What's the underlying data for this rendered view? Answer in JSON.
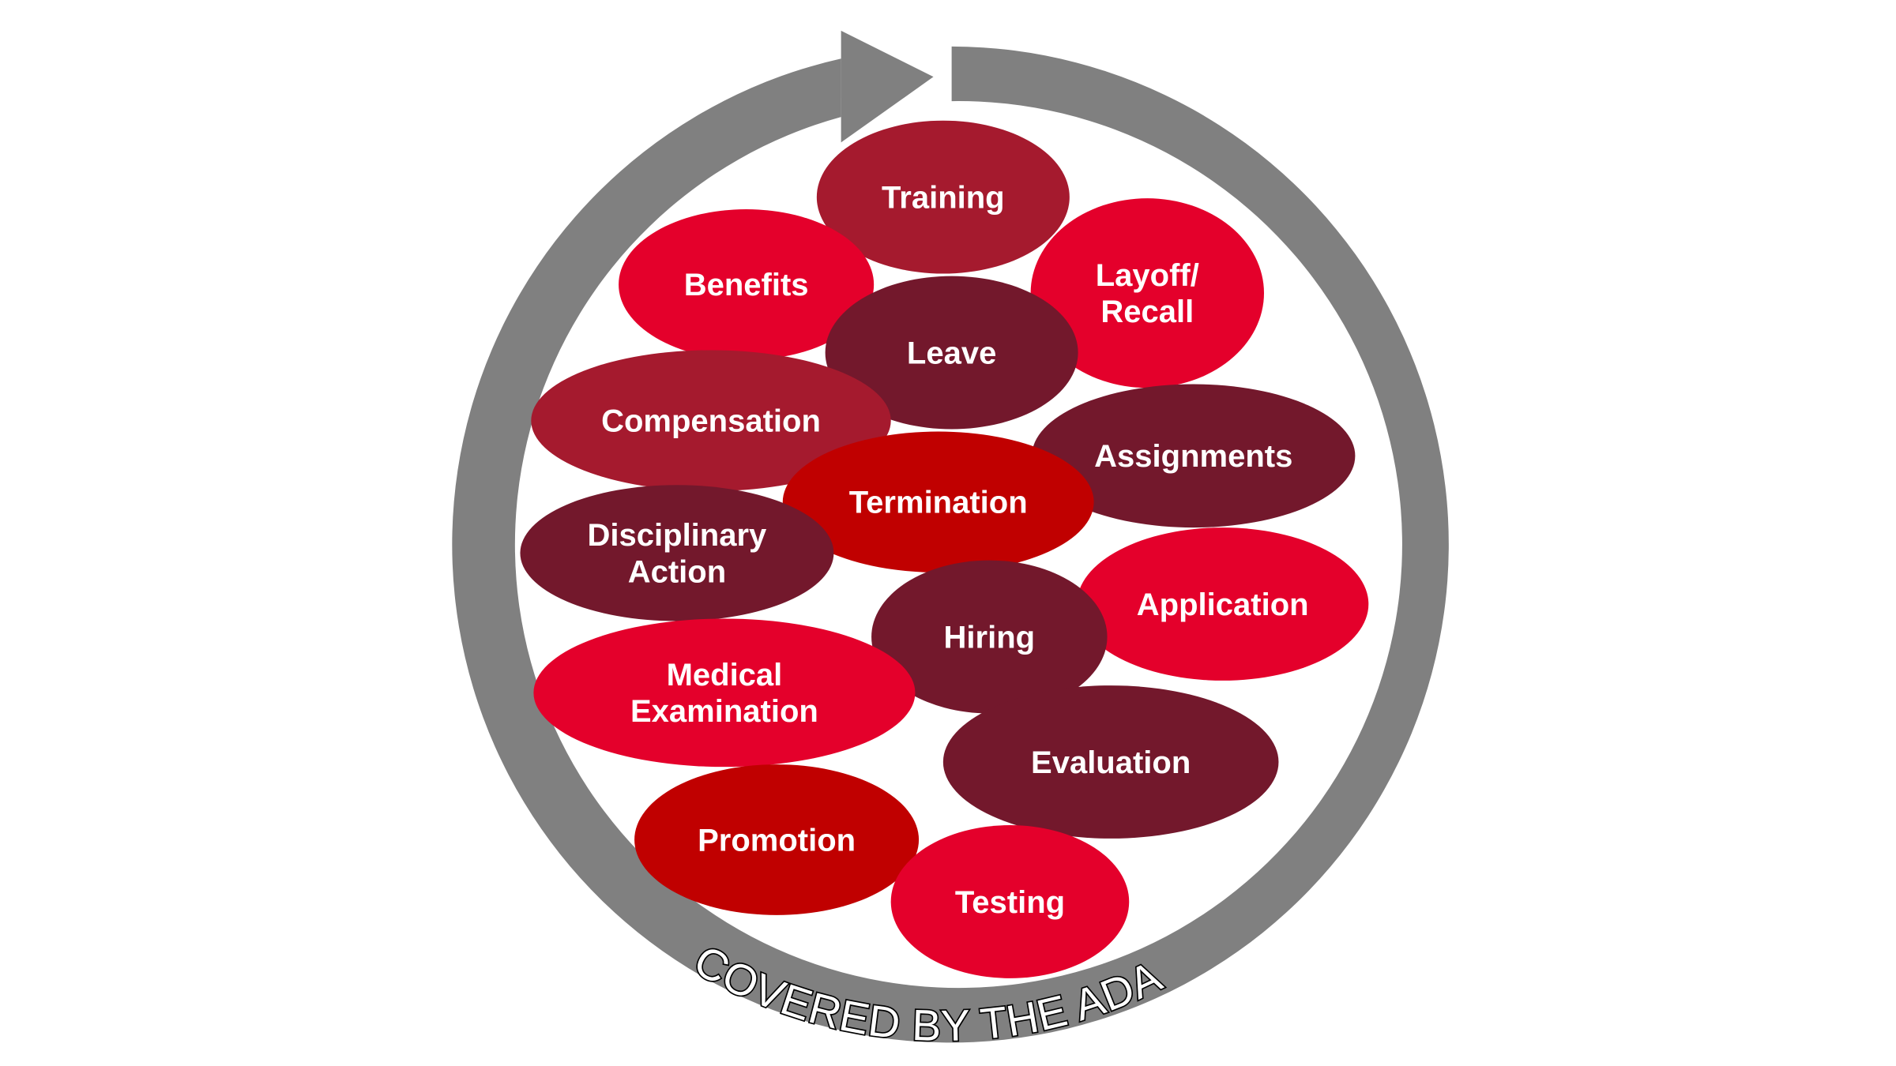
{
  "caption": "COVERED BY THE ADA",
  "colors": {
    "ring": "#808080",
    "dark_maroon": "#73182c",
    "maroon": "#a51a2e",
    "bright_red": "#e4002b",
    "deep_red": "#c00000",
    "label": "#ffffff"
  },
  "items": [
    {
      "label": [
        "Training"
      ],
      "color": "#a51a2e"
    },
    {
      "label": [
        "Benefits"
      ],
      "color": "#e4002b"
    },
    {
      "label": [
        "Layoff/",
        "Recall"
      ],
      "color": "#e4002b"
    },
    {
      "label": [
        "Leave"
      ],
      "color": "#73182c"
    },
    {
      "label": [
        "Compensation"
      ],
      "color": "#a51a2e"
    },
    {
      "label": [
        "Assignments"
      ],
      "color": "#73182c"
    },
    {
      "label": [
        "Termination"
      ],
      "color": "#c00000"
    },
    {
      "label": [
        "Disciplinary",
        "Action"
      ],
      "color": "#73182c"
    },
    {
      "label": [
        "Application"
      ],
      "color": "#e4002b"
    },
    {
      "label": [
        "Hiring"
      ],
      "color": "#73182c"
    },
    {
      "label": [
        "Medical",
        "Examination"
      ],
      "color": "#e4002b"
    },
    {
      "label": [
        "Evaluation"
      ],
      "color": "#73182c"
    },
    {
      "label": [
        "Promotion"
      ],
      "color": "#c00000"
    },
    {
      "label": [
        "Testing"
      ],
      "color": "#e4002b"
    }
  ]
}
